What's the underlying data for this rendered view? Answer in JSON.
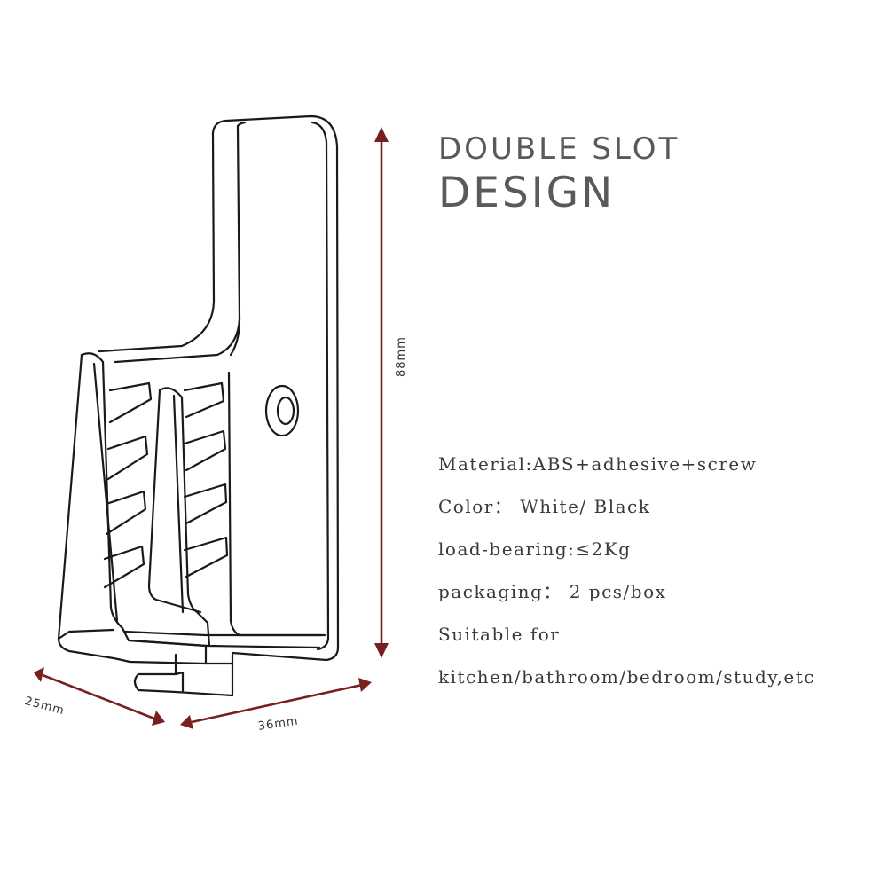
{
  "heading": {
    "line1": "DOUBLE SLOT",
    "line2": "DESIGN"
  },
  "specs": [
    "Material:ABS+adhesive+screw",
    "Color： White/ Black",
    "load-bearing:≤2Kg",
    "packaging： 2 pcs/box",
    "Suitable for",
    "kitchen/bathroom/bedroom/study,etc"
  ],
  "dimensions": {
    "height": "88mm",
    "depth": "25mm",
    "width": "36mm"
  },
  "colors": {
    "arrow": "#7a1f1f",
    "outline": "#1a1a1a",
    "heading": "#5a5a5a"
  }
}
